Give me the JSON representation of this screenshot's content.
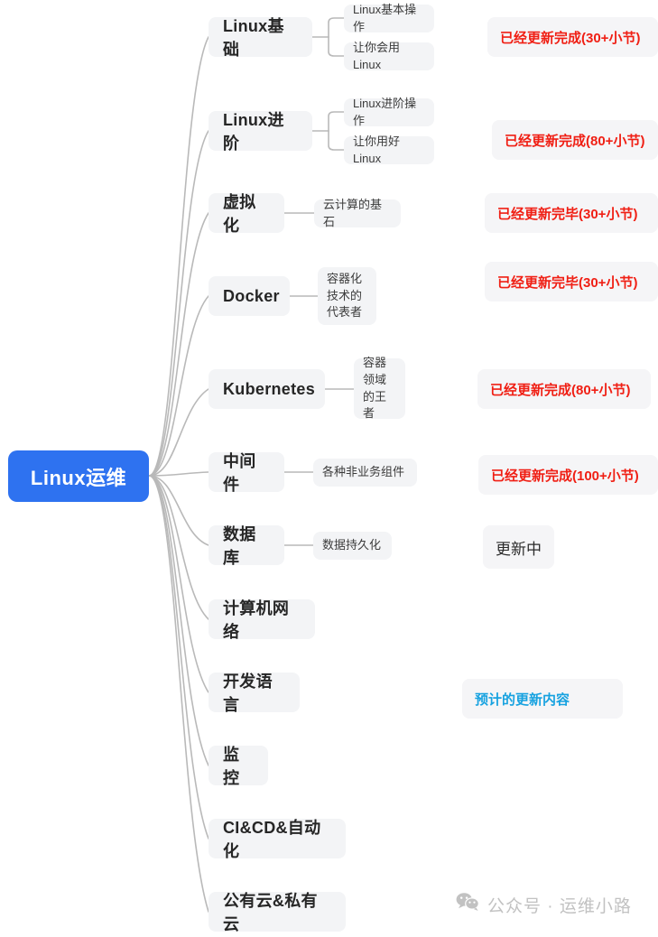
{
  "title": "Linux运维 学习路线脑图",
  "colors": {
    "root_bg": "#2e72f0",
    "root_text": "#ffffff",
    "node_bg": "#f3f4f6",
    "node_text": "#262626",
    "leaf_text": "#3c3c3c",
    "status_bg": "#f5f5f7",
    "status_red": "#f01f14",
    "status_blue": "#17a2e0",
    "status_dark": "#2b2b2b",
    "connector": "#b9b9b9",
    "watermark": "#c2c2c2"
  },
  "root": {
    "label": "Linux运维"
  },
  "branches": [
    {
      "label": "Linux基础",
      "leaves": [
        "Linux基本操作",
        "让你会用Linux"
      ],
      "status": {
        "text": "已经更新完成(30+小节)",
        "tone": "red"
      }
    },
    {
      "label": "Linux进阶",
      "leaves": [
        "Linux进阶操作",
        "让你用好Linux"
      ],
      "status": {
        "text": "已经更新完成(80+小节)",
        "tone": "red"
      }
    },
    {
      "label": "虚拟化",
      "leaves": [
        "云计算的基石"
      ],
      "status": {
        "text": "已经更新完毕(30+小节)",
        "tone": "red"
      }
    },
    {
      "label": "Docker",
      "leaves": [
        "容器化技术的代表者"
      ],
      "status": {
        "text": "已经更新完毕(30+小节)",
        "tone": "red"
      }
    },
    {
      "label": "Kubernetes",
      "leaves": [
        "容器领域的王者"
      ],
      "status": {
        "text": "已经更新完成(80+小节)",
        "tone": "red"
      }
    },
    {
      "label": "中间件",
      "leaves": [
        "各种非业务组件"
      ],
      "status": {
        "text": "已经更新完成(100+小节)",
        "tone": "red"
      }
    },
    {
      "label": "数据库",
      "leaves": [
        "数据持久化"
      ],
      "status": {
        "text": "更新中",
        "tone": "dark"
      }
    },
    {
      "label": "计算机网络",
      "leaves": [],
      "status": null
    },
    {
      "label": "开发语言",
      "leaves": [],
      "status": {
        "text": "预计的更新内容",
        "tone": "blue"
      }
    },
    {
      "label": "监控",
      "leaves": [],
      "status": null
    },
    {
      "label": "CI&CD&自动化",
      "leaves": [],
      "status": null
    },
    {
      "label": "公有云&私有云",
      "leaves": [],
      "status": null
    }
  ],
  "watermark": {
    "icon": "wechat-icon",
    "text": "公众号 · 运维小路"
  }
}
